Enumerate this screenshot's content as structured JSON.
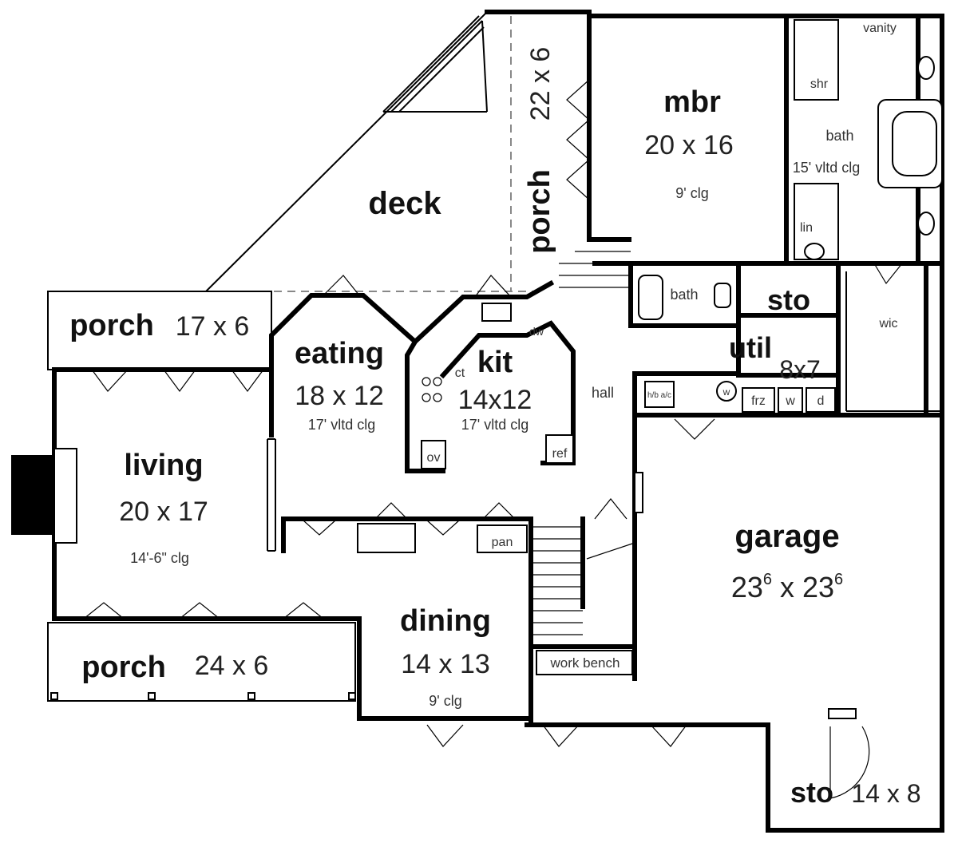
{
  "rooms": {
    "mbr": {
      "name": "mbr",
      "size": "20 x 16",
      "ceiling": "9' clg"
    },
    "master_bath": {
      "name": "bath",
      "ceiling": "15' vltd clg"
    },
    "vanity": "vanity",
    "shower": "shr",
    "linen": "lin",
    "deck": "deck",
    "porch_rear": {
      "name": "porch",
      "size": "22 x 6"
    },
    "porch_left": {
      "name": "porch",
      "size": "17 x 6"
    },
    "eating": {
      "name": "eating",
      "size": "18 x 12",
      "ceiling": "17' vltd clg"
    },
    "kit": {
      "name": "kit",
      "size": "14x12",
      "ceiling": "17' vltd clg"
    },
    "ct": "ct",
    "dw": "dw",
    "ov": "ov",
    "ref": "ref",
    "hall": "hall",
    "bath2": "bath",
    "sto_upper": "sto",
    "util": {
      "name": "util",
      "size": "8x7"
    },
    "wic": "wic",
    "frz": "frz",
    "washer": "w",
    "dryer": "d",
    "water_heater": "w",
    "hac": "h/b a/c",
    "living": {
      "name": "living",
      "size": "20 x 17",
      "ceiling": "14'-6\" clg"
    },
    "pan": "pan",
    "dining": {
      "name": "dining",
      "size": "14 x 13",
      "ceiling": "9' clg"
    },
    "porch_front": {
      "name": "porch",
      "size": "24 x 6"
    },
    "work_bench": "work bench",
    "garage": {
      "name": "garage",
      "size_a": "23",
      "size_a_sup": "6",
      "size_sep": " x ",
      "size_b": "23",
      "size_b_sup": "6"
    },
    "sto_lower": {
      "name": "sto",
      "size": "14 x 8"
    }
  }
}
